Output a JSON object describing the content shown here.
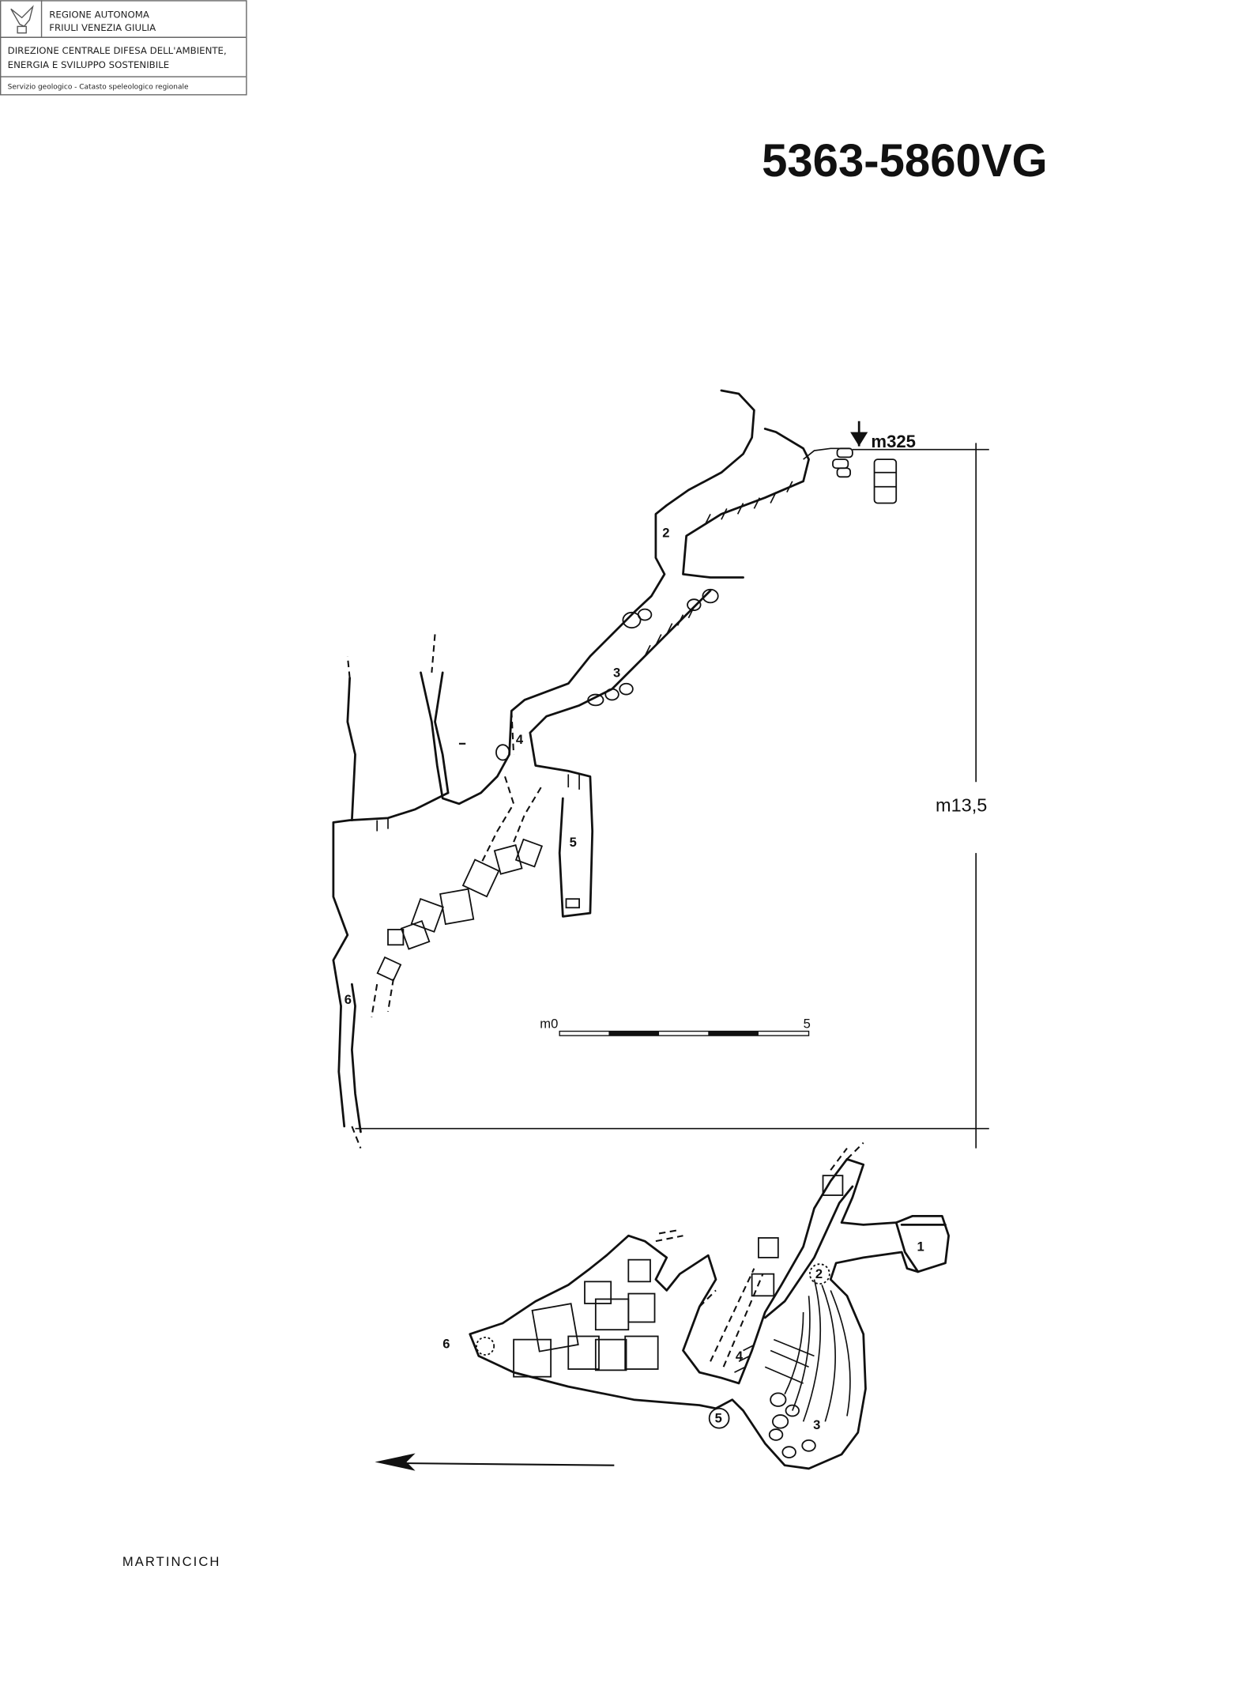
{
  "header": {
    "org_line1": "REGIONE AUTONOMA",
    "org_line2": "FRIULI VENEZIA GIULIA",
    "dept_line1": "DIREZIONE CENTRALE DIFESA DELL'AMBIENTE,",
    "dept_line2": "ENERGIA E SVILUPPO SOSTENIBILE",
    "service": "Servizio geologico - Catasto speleologico regionale"
  },
  "title": "5363-5860VG",
  "section": {
    "entrance_elevation": "m325",
    "depth": "m13,5",
    "points": [
      "2",
      "3",
      "4",
      "5",
      "6"
    ],
    "scale": {
      "start": "m0",
      "end": "5"
    }
  },
  "plan": {
    "points": [
      "1",
      "2",
      "3",
      "4",
      "5",
      "6"
    ]
  },
  "author": "MARTINCICH"
}
